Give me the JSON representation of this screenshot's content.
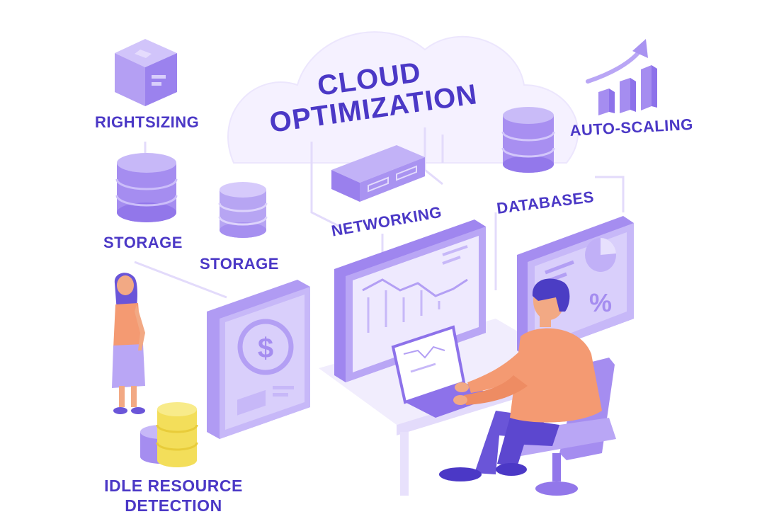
{
  "title": {
    "line1": "CLOUD",
    "line2": "OPTIMIZATION"
  },
  "labels": {
    "rightsizing": "RIGHTSIZING",
    "storage_left": "STORAGE",
    "storage_center": "STORAGE",
    "networking": "NETWORKING",
    "databases": "DATABASES",
    "auto_scaling": "AUTO-SCALING",
    "idle_line1": "IDLE RESOURCE",
    "idle_line2": "DETECTION"
  },
  "screens": {
    "currency_symbol": "$",
    "percent_symbol": "%"
  },
  "colors": {
    "label_text": "#4b38c6",
    "purple_light": "#d9cffb",
    "purple_mid": "#b9a6f5",
    "purple_dark": "#8d72ea",
    "coin_yellow": "#f3de5a",
    "shirt_orange": "#f49a72",
    "skin": "#f2a984"
  },
  "icons": [
    "cube-icon",
    "database-icon",
    "network-router-icon",
    "growth-bar-chart-icon",
    "dollar-icon",
    "line-chart-icon",
    "pie-chart-icon",
    "percent-icon",
    "coin-stack-icon"
  ]
}
